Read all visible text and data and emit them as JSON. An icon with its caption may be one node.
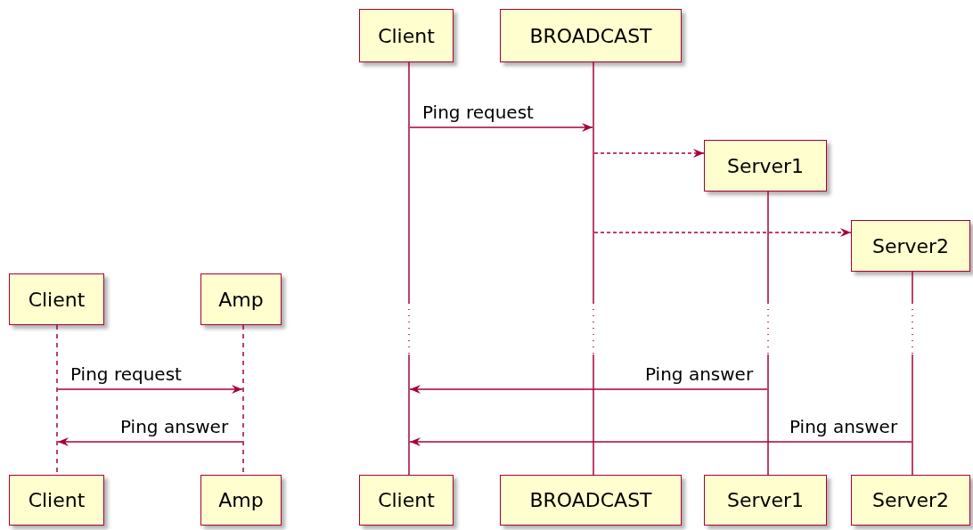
{
  "diagram": {
    "nodes": [
      {
        "text": [
          "Client"
        ]
      },
      {
        "text": [
          "BROADCAST"
        ]
      },
      {
        "text": [
          "Server1"
        ]
      },
      {
        "text": [
          "Server2"
        ]
      },
      {
        "text": [
          "Client"
        ]
      },
      {
        "text": [
          "Amp"
        ]
      },
      {
        "text": [
          "Client"
        ]
      },
      {
        "text": [
          "Amp"
        ]
      },
      {
        "text": [
          "Client"
        ]
      },
      {
        "text": [
          "BROADCAST"
        ]
      },
      {
        "text": [
          "Server1"
        ]
      },
      {
        "text": [
          "Server2"
        ]
      },
      {
        "text": [],
        "shape": "bar"
      },
      {
        "text": [],
        "shape": "bar"
      },
      {
        "text": [],
        "shape": "bar"
      },
      {
        "text": [],
        "shape": "bar"
      },
      {
        "text": [],
        "shape": "bar"
      },
      {
        "text": [],
        "shape": "bar"
      }
    ],
    "edges": [
      {
        "from": 14,
        "to": 15,
        "arrow": "to",
        "label": "Ping request"
      },
      {
        "from": 15,
        "to": 2,
        "arrow": "to",
        "style": "dashed"
      },
      {
        "from": 15,
        "to": 3,
        "arrow": "to",
        "style": "dashed"
      },
      {
        "from": 12,
        "to": 13,
        "arrow": "to",
        "label": "Ping request"
      },
      {
        "from": 16,
        "to": 14,
        "arrow": "to",
        "label": "Ping answer"
      },
      {
        "from": 13,
        "to": 12,
        "arrow": "to",
        "label": "Ping answer"
      },
      {
        "from": 17,
        "to": 14,
        "arrow": "to",
        "label": "Ping answer"
      }
    ]
  }
}
